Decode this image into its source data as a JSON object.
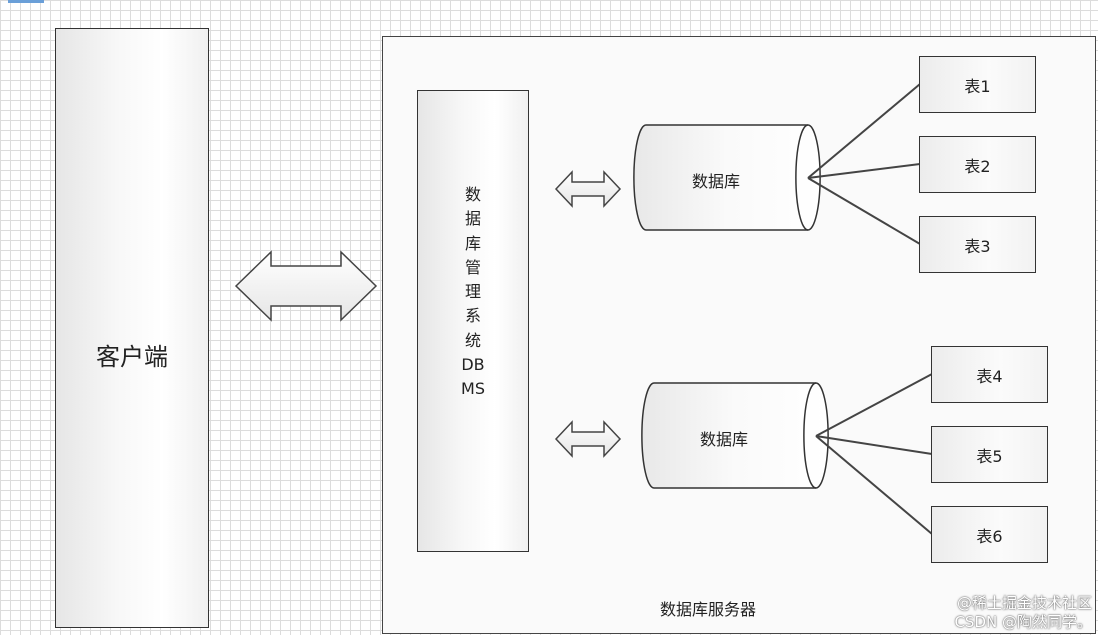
{
  "client": {
    "label": "客户端"
  },
  "dbms": {
    "label": "数\n据\n库\n管\n理\n系\n统\nDB\nMS"
  },
  "server": {
    "label": "数据库服务器"
  },
  "databases": [
    {
      "label": "数据库",
      "tables": [
        "表1",
        "表2",
        "表3"
      ]
    },
    {
      "label": "数据库",
      "tables": [
        "表4",
        "表5",
        "表6"
      ]
    }
  ],
  "watermark": {
    "line1": "@稀土掘金技术社区",
    "line2": "CSDN @陶然同学。"
  }
}
